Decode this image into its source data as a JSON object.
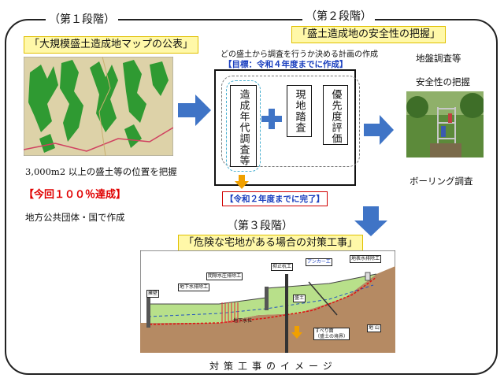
{
  "stage1": {
    "heading": "（第１段階）",
    "title": "「大規模盛土造成地マップの公表」",
    "desc": "3,000m2 以上の盛土等の位置を把握",
    "result": "【今回１００％達成】",
    "note": "地方公共団体・国で作成"
  },
  "stage2": {
    "heading": "（第２段階）",
    "title": "「盛土造成地の安全性の把握」",
    "plan_text": "どの盛土から調査を行うか決める計画の作成",
    "goal": "【目標：令和４年度までに作成】",
    "box_survey": "造成年代調査等",
    "box_field": "現地踏査",
    "box_priority": "優先度評価",
    "done": "【令和２年度までに完了】",
    "ground_survey": "地盤調査等",
    "safety": "安全性の把握",
    "boring": "ボーリング調査"
  },
  "stage3": {
    "heading": "（第３段階）",
    "title": "「危険な宅地がある場合の対策工事」",
    "labels": {
      "retaining_wall": "擁壁",
      "groundwater_drain": "地下水排除工",
      "shield_drain": "間隙水圧排除工",
      "pile": "抑止杭工",
      "anchor": "アンカー工",
      "surface_drain": "地表水排除工",
      "fill": "盛土",
      "groundwater_level": "地下水位",
      "ground": "地 山",
      "slip": "すべり面\n（盛土の境界）"
    },
    "caption": "対策工事のイメージ"
  },
  "colors": {
    "arrow_blue": "#3f74c6",
    "highlight_yellow": "#fff8a8",
    "accent_red": "#e00000",
    "goal_blue": "#1a3fbf",
    "map_green": "#2f9a32"
  },
  "icons": {
    "arrow_right": "right-arrow-icon",
    "arrow_down": "down-arrow-icon",
    "plus": "plus-icon"
  }
}
